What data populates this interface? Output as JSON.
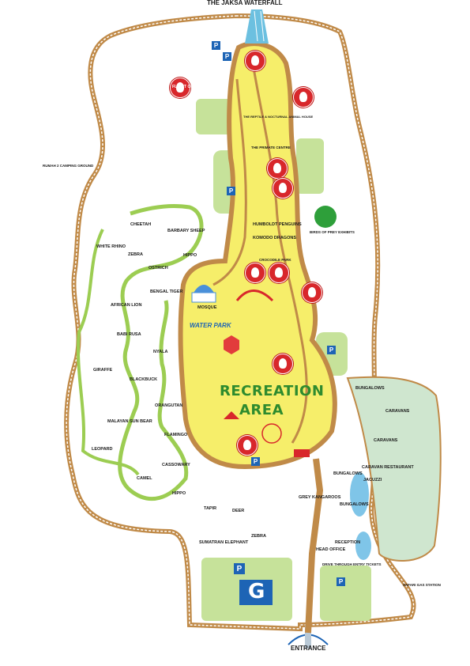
{
  "map_title": "THE JAKSA WATERFALL",
  "central_area": {
    "line1": "RECREATION",
    "line2": "AREA"
  },
  "colors": {
    "outer_path": "#c08a48",
    "green_trail": "#9ccd52",
    "recreation_yellow": "#f6ee6a",
    "grass": "#c6e29a",
    "brand_red": "#d8272b",
    "sign_blue": "#1d64b5",
    "caravan_area": "#cfe6cf"
  },
  "labels": {
    "reptile_house": "THE REPTILE & NOCTURNAL ANIMAL HOUSE",
    "primate": "THE PRIMATE CENTRE",
    "humboldt": "HUMBOLDT PENGUINS",
    "komodo": "KOMODO DRAGONS",
    "crocodile": "CROCODILE PARK",
    "birds": "BIRDS OF PREY EXHIBITS",
    "camping": "RUMAH 2 CAMPING GROUND",
    "cheetah": "CHEETAH",
    "barbary": "BARBARY SHEEP",
    "white_rhino": "WHITE RHINO",
    "zebra1": "ZEBRA",
    "hippo1": "HIPPO",
    "ostrich": "OSTRICH",
    "bengal": "BENGAL TIGER",
    "african_lion": "AFRICAN LION",
    "mosque": "MOSQUE",
    "babi_rusa": "BABI RUSA",
    "nyala": "NYALA",
    "giraffe": "GIRAFFE",
    "blackbuck": "BLACKBUCK",
    "orangutan": "ORANGUTAN",
    "malayan_sun_bear": "MALAYAN SUN BEAR",
    "flamingo": "FLAMINGO",
    "leopard": "LEOPARD",
    "cassowary": "CASSOWARY",
    "camel": "CAMEL",
    "hippo2": "HIPPO",
    "tapir": "TAPIR",
    "deer": "DEER",
    "sumatran_elephant": "SUMATRAN ELEPHANT",
    "zebra2": "ZEBRA",
    "grey_kangaroos": "GREY KANGAROOS",
    "bungalows1": "BUNGALOWS",
    "bungalows2": "BUNGALOWS",
    "bungalows3": "BUNGALOWS",
    "caravans1": "CARAVANS",
    "caravans2": "CARAVANS",
    "caravan_restaurant": "CARAVAN RESTAURANT",
    "jacuzzi": "JACUZZI",
    "reception": "RECEPTION",
    "head_office": "HEAD OFFICE",
    "drive_through": "DRIVE THROUGH ENTRY TICKETS",
    "safari_gas": "SAFARI GAS STATION",
    "entrance": "ENTRANCE",
    "parking_big": "G",
    "parking_sign": "P",
    "water_park": "Water Park",
    "flight_of_wings": "Flight of Wings"
  }
}
